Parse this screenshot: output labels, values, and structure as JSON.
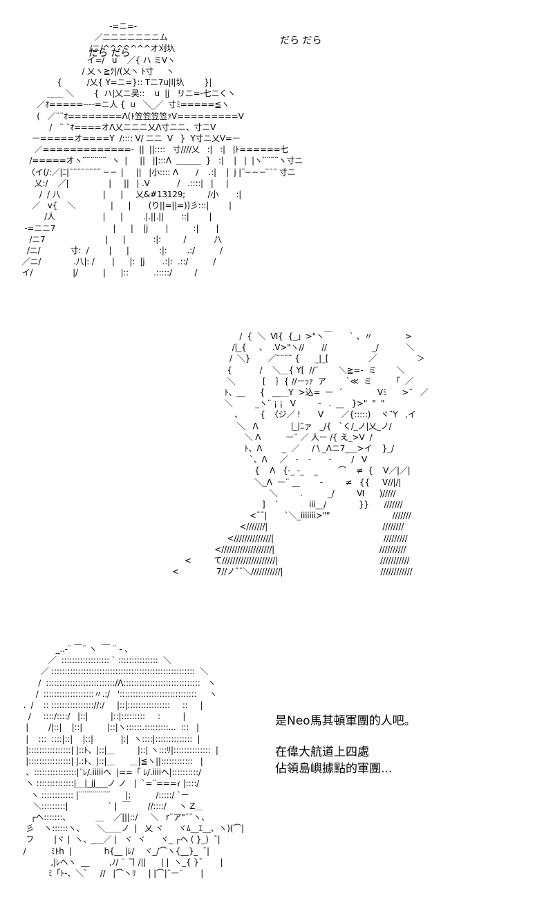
{
  "sfx": {
    "left": "だら だら",
    "right": "だら だら"
  },
  "art": {
    "top": "                                    -=ニ=-\n                              ／ニニニニニニニム\n                            /ニ/^^^^^^^オ刈圦\n                           イ=/   u    ／{ ハ ミVヽ\n                         / 乂ヽ≧ｸ|/(乂ヽ ﾄ寸     ヽ\n               {          /乂{ Y=ニ=}:: Tニ7u|l|圦        }|\n           ＿＿ ＼        {  ハ|乂ニ㚑::    u  |j   リニ=-七ニくヽ\n       ／ｵ=====----=ニ人 {  u   ＼_／  寸ﾐ=====≦ヽ\n       (   ／¨¨ｵ========Λ(ﾄ笠笠笠笠ｧV=========V\n            /   ¨ ¨ｵ====オΛ乂ニニニ乂Λ寸ニニ、寸ニV\n     ー=====オ====Y  /:::: V/ ニニ  V   }  Y寸ニ乂V=ー\n      ／=============-  ||  ||::::   寸////乂   :|   :|   |ﾄ======七\n    /=====オヽ¨¨¨¨¨¨  ヽ  |     ||   ||:::Λ  ＿＿＿  }   :|    |   |  |ヽ¨¨¨¨ヽ寸ニ\n   〈イ(/:／|ﾆ|¨¨¨¨¨¨¨¨ ─ ─  |     ||   |小:::: Λ       /    .:|    |  j |¨─ ─ ─¨¨¨ 寸ニ\n      乂:/    ／|                |     ||   | .V           /   .::::|   |     |\n        /  / 八                 |      |     乂&#13129;         /小       :|\n     ／   v{    ＼              |      |       (り||=||=))彡:::|        |\n          /人                   |      |        .|.||.||       ::|        |\n  -=ニニ7                       |      |    |j       |          :|       |\n    /ニ7                        |      |           :|:         /           八\n   /ニ/            寸:  /        |      |            :|:        .:/          /\n ／ニ/             .八|: /       |      |:  |j       .:|:  .::/          /\n イ/                |/          |      |::          .:::::/         /",
    "middle": "                              /  {  ＼  Ⅵ{  {_」>\"ヽ￣       ` 、〃             >\n                           /|_{     、  .V>\"ヽ//       //                  _/           ＼\n                          /  ＼}       ／¨¨¨¨ {      _|_[                ／                ＞\n                         {           /    ＼＿{ Y[  //¨        ＼≧=-  ミ        ＼\n                         ＼           [    ｝{ //ーｯｧ  ア        `≪  ミ        「  ／\n                        ﾄ、__      {   __＿Y  >込=  ー  ´              Vﾐ      >¨   ／\n                        ＼         _ヽ¨ ¡ ¡   V         -   .  __   }>\"  \"  \"   \n                            、       {  〈ジ／ !       V       ／{:::::)    ヾ¨Y   ,イ\n                             ＼   Λ             |_|ﾆァ   _/{   `く/_ノ|乂_ノ/\n                                ＼ Λ          ー¨ ／ 人ー /{ え_>V  /\n                                ﾄ、Λ        _  ／     / \\ _Λニ7_＿>イ    }_/\n                                  `、Λ     ／   -    -       -        /   V\n                                    {    Λ   {-_ -_    _        ⌒    ≠  {    V／|／|\n                                    ＼_Λ  ー¨ __        -         ≠   {{     V//|/|\n                                          ＼         .          _/         Ⅵ      )/////\n                                       ]    `            iii__/             }}      ///////\n                                  <¯¯|       `＼_iiiiiii>\"\"                         ///////\n                              <///////|                                              ////////\n                         <//////////////|                                            /////////\n                    <///////////////////|                                          //////////\n        <         て////////////////////|                                         ///////////\n   <               7//ノ¯¯＼///////////|                                       ////////////",
    "bottom": "              _..-¨ ￣¨ ヽ  ￣ ¨ ‐ 、\n           ／  :::::::::::::::::: ` :::::::::::::::  ＼\n        ／ ::::::::::::::::::::::::::::::::::::::::::::::::::::::  ＼\n       /  ::::::::::::::::::::::::::/Λ:::::::::::::::::::::::::::::   ヽ\n      /  :::::::::::::::::::〃.:/   ':::::::::::::::::::::::::::::     ヽ\n .  /    :: :::::::::::::::://:/     |::|::::::::::::::::     ::     |\n   /     ::::/::::/   |::|         |::|:::::::::     :         |\n  |        /|::|    |::|          |::|ヽ::::::.:::::::::...  :::   |\n  |    :::  ::::|::|    |::|           |:|  ヽ::::|::::::::::::::  |\n  |::::::::::::::::| |::ﾄ、|::|＿         |::| ヽ:::ﾘ|::::::::::::::  |\n  |::::::::::::::::| |.:ﾄ、|::|＿      ＿|≦ヽ||::::::::::::   |\n  、::::::::::::::::|¨ﾚ/.iiiiiヘ  |==「 ﾚ/.iiiiヘ|::::::::::/\n  ヽ ::::::::::::::|＿|_jj___ノ ノ   |  `=¨===ｨ |::::/\n    ヽ :::::::::::: |¨¨¨¨¨¨¨¨      |:          /:::::/ `ー\n     ＼:::::::::|                ` |  ￣       //::::/     ヽ Z＿\n    ┌ヘ:::::::、          ＿    ／|||::/     ＼   r¨ア\"¨¨ヽ、\n  彡    ヽ::::::ヽ、     ＼＿＿ノ  |   乂 ヾ      ヾﾑ__ｴ__、ヽ)(⌒|\n  フ        |ヾ |  ヽ、_＿／ |   ヾ  ヾ      ヾ_ ┌ヘ ( }_)  ¯|\n /          ﾐﾄh  |             h{__ |ﾚ/    ヾ_/⌒ヽ{__}_  ¯|\n            ,|ﾚヘヽ  __        ,ﾉ/ ¨ ヿ /||      | |  ヽ_{ }¯       |\n           ﾐ「ﾄ-、＼`     //   |⌒ヽﾘ     | |⌒|¨ー¨       |"
  },
  "dialogue": {
    "line1": "是Neo馬其頓軍團的人吧。",
    "line2": "在偉大航道上四處",
    "line3": "佔領島嶼據點的軍團..."
  }
}
